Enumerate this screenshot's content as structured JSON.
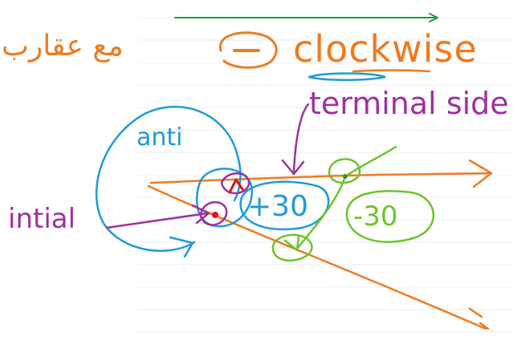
{
  "colors": {
    "ruling": "#e9eef7",
    "orange": "#f07a1e",
    "blue": "#1f9bd7",
    "purple": "#a0309f",
    "green": "#6cc52a",
    "darkgreen": "#1e9a44",
    "red": "#d8141e"
  },
  "labels": {
    "arabic": "مع عقارب",
    "clockwise": "clockwise",
    "terminal_side": "terminal side",
    "anti": "anti",
    "initial": "intial",
    "plus30": "+30",
    "minus30": "-30"
  }
}
